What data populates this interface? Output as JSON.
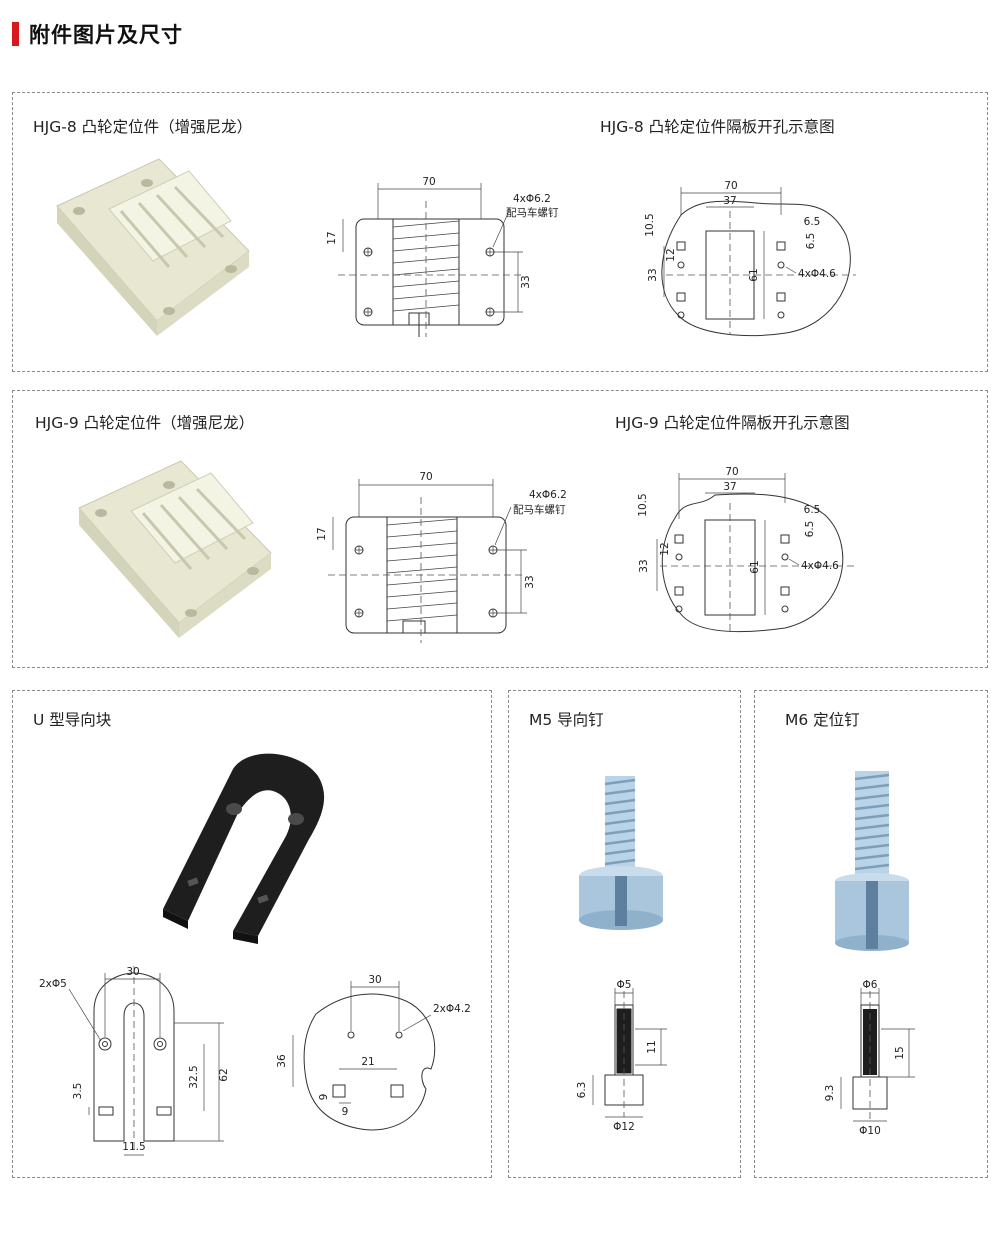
{
  "header": {
    "title": "附件图片及尺寸"
  },
  "hjg8": {
    "caption_part": "HJG-8 凸轮定位件（增强尼龙）",
    "caption_hole": "HJG-8 凸轮定位件隔板开孔示意图",
    "part_dims": {
      "width": "70",
      "top": "17",
      "height": "33",
      "screw": "4xΦ6.2",
      "screw_note": "配马车螺钉"
    },
    "hole_dims": {
      "outer": "70",
      "inner": "37",
      "top": "10.5",
      "side_a": "6.5",
      "side_b": "6.5",
      "left": "33",
      "small": "12",
      "center": "61",
      "holes": "4xΦ4.6"
    }
  },
  "hjg9": {
    "caption_part": "HJG-9 凸轮定位件（增强尼龙）",
    "caption_hole": "HJG-9 凸轮定位件隔板开孔示意图",
    "part_dims": {
      "width": "70",
      "top": "17",
      "height": "33",
      "screw": "4xΦ6.2",
      "screw_note": "配马车螺钉"
    },
    "hole_dims": {
      "outer": "70",
      "inner": "37",
      "top": "10.5",
      "side_a": "6.5",
      "side_b": "6.5",
      "left": "33",
      "small": "12",
      "center": "61",
      "holes": "4xΦ4.6"
    }
  },
  "uguide": {
    "caption": "U 型导向块",
    "dims": {
      "width": "30",
      "holes": "2xΦ5",
      "d1": "3.5",
      "d2": "32.5",
      "d3": "62",
      "d4": "11.5"
    },
    "cut_dims": {
      "width": "30",
      "holes": "2xΦ4.2",
      "d1": "36",
      "d2": "21",
      "d3": "9",
      "d4": "9"
    }
  },
  "m5": {
    "caption": "M5 导向钉",
    "dims": {
      "top": "Φ5",
      "len": "11",
      "base": "6.3",
      "bottom": "Φ12"
    }
  },
  "m6": {
    "caption": "M6 定位钉",
    "dims": {
      "top": "Φ6",
      "len": "15",
      "base": "9.3",
      "bottom": "Φ10"
    }
  },
  "colors": {
    "accent": "#d7191e",
    "part": "#eeeed9",
    "guide": "#1e1e1e",
    "steel": "#b9d3e8"
  }
}
